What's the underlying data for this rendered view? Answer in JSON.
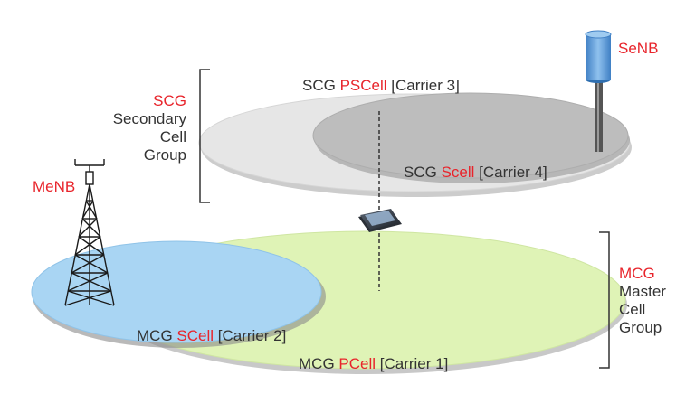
{
  "colors": {
    "accent_red": "#e8242b",
    "text_dark": "#333333",
    "scg_outer": "#e6e6e6",
    "scg_inner": "#bdbdbd",
    "mcg_outer": "#dff3b6",
    "mcg_inner": "#a9d5f3",
    "enb_body": "#5b9bd5"
  },
  "icons": {
    "senb": "senb-antenna-icon",
    "menb": "menb-tower-icon",
    "ue": "ue-device-icon"
  },
  "senb": {
    "label": "SeNB"
  },
  "menb": {
    "label": "MeNB"
  },
  "scg_group": {
    "abbr": "SCG",
    "line1": "Secondary",
    "line2": "Cell",
    "line3": "Group"
  },
  "mcg_group": {
    "abbr": "MCG",
    "line1": "Master",
    "line2": "Cell",
    "line3": "Group"
  },
  "scg_pscell": {
    "prefix": "SCG ",
    "name": "PSCell",
    "carrier": " [Carrier 3]"
  },
  "scg_scell": {
    "prefix": "SCG ",
    "name": "Scell",
    "carrier": " [Carrier 4]"
  },
  "mcg_scell": {
    "prefix": "MCG ",
    "name": "SCell",
    "carrier": " [Carrier 2]"
  },
  "mcg_pcell": {
    "prefix": "MCG ",
    "name": "PCell",
    "carrier": " [Carrier 1]"
  }
}
